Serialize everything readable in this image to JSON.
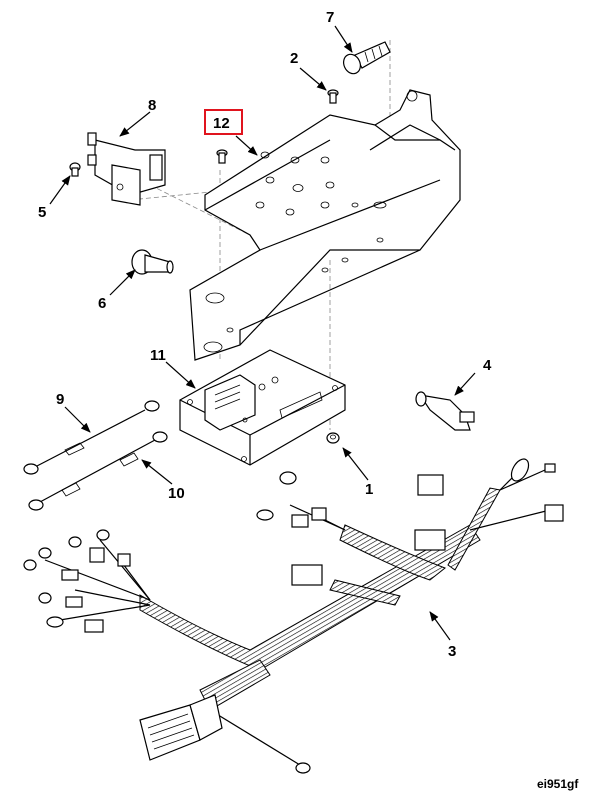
{
  "callouts": {
    "c1": "1",
    "c2": "2",
    "c3": "3",
    "c4": "4",
    "c5": "5",
    "c6": "6",
    "c7": "7",
    "c8": "8",
    "c9": "9",
    "c10": "10",
    "c11": "11",
    "c12": "12"
  },
  "figure_id": "ei951gf",
  "highlight_color": "#e0141e"
}
